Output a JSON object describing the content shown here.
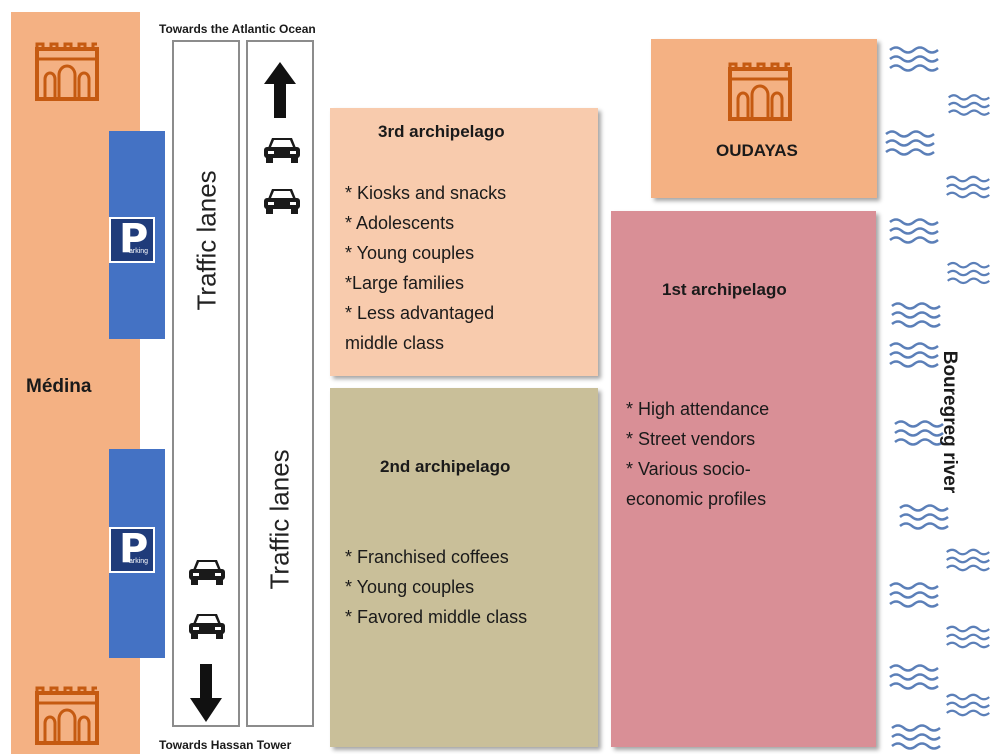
{
  "labels": {
    "medina": "Médina",
    "oudayas": "OUDAYAS",
    "river": "Bouregreg river",
    "top_direction": "Towards the Atlantic Ocean",
    "bottom_direction": "Towards Hassan Tower",
    "lane_1": "Traffic lanes",
    "lane_2": "Traffic lanes"
  },
  "parking": {
    "letter": "P",
    "small": "arking"
  },
  "archipelagos": [
    {
      "title": "3rd archipelago",
      "items": [
        "* Kiosks and snacks",
        "* Adolescents",
        "* Young couples",
        "*Large families",
        "* Less advantaged",
        "middle class"
      ]
    },
    {
      "title": "2nd archipelago",
      "items": [
        "* Franchised coffees",
        "* Young couples",
        "* Favored middle class"
      ]
    },
    {
      "title": "1st archipelago",
      "items": [
        "* High attendance",
        "* Street vendors",
        "* Various socio-",
        "economic profiles"
      ]
    }
  ],
  "colors": {
    "medina": "#f4b183",
    "parking": "#4472c4",
    "third": "#f8cbad",
    "second": "#c9bf99",
    "first": "#d98f96",
    "gate_icon": "#c55a11",
    "water": "#5b7fb8"
  },
  "icons": {
    "gate": "gate-icon",
    "car": "car-icon",
    "arrow_up": "arrow-up-icon",
    "arrow_down": "arrow-down-icon",
    "water": "water-wave-icon"
  }
}
